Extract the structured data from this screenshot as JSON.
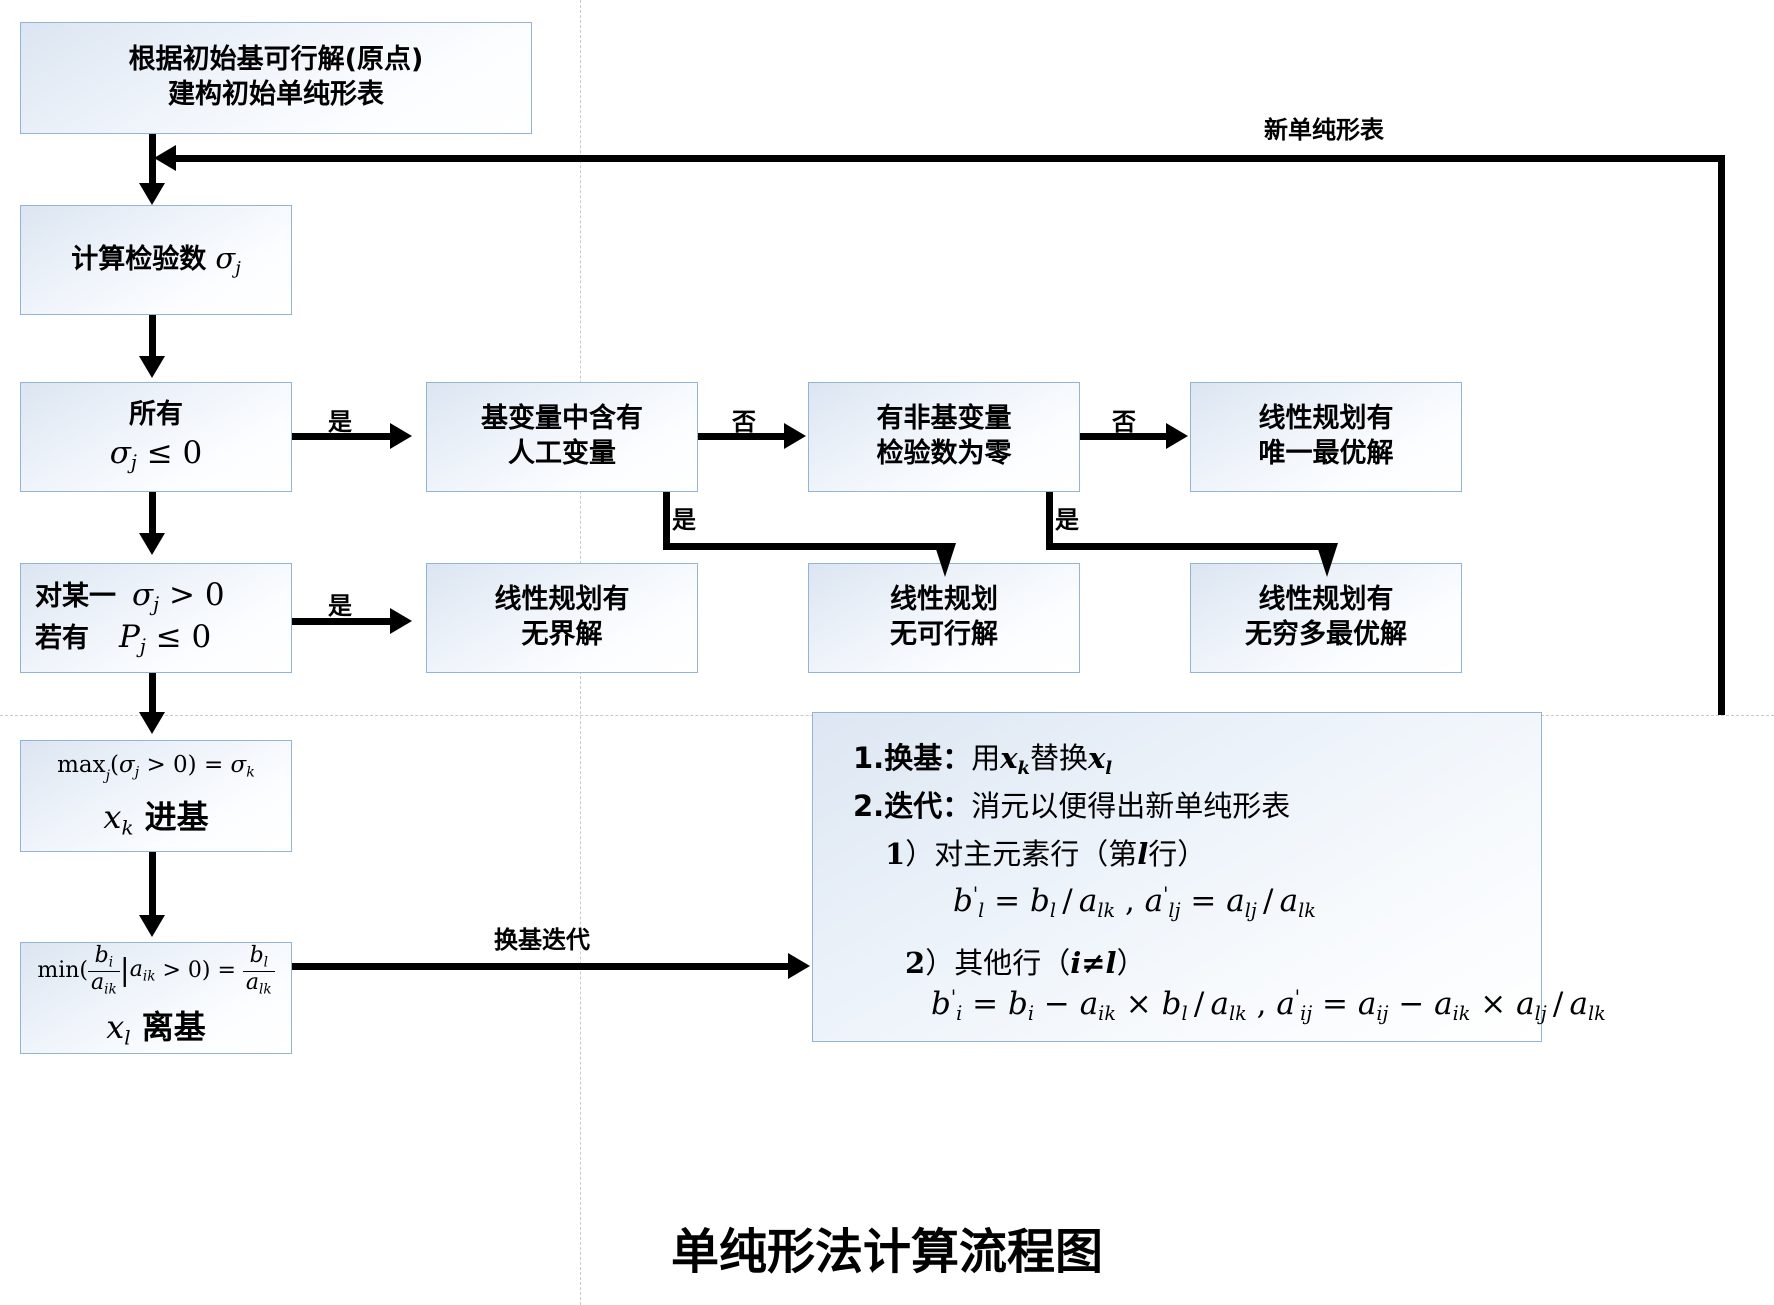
{
  "title": "单纯形法计算流程图",
  "nodes": {
    "start": {
      "line1": "根据初始基可行解(原点)",
      "line2": "建构初始单纯形表"
    },
    "sigma": {
      "line1": "计算检验数",
      "sym": "σ",
      "symsub": "j"
    },
    "all_sigma": {
      "line1": "所有",
      "expr": "σ_j ≤ 0"
    },
    "artificial": {
      "line1": "基变量中含有",
      "line2": "人工变量"
    },
    "nonbasic": {
      "line1": "有非基变量",
      "line2": "检验数为零"
    },
    "unique": {
      "line1": "线性规划有",
      "line2": "唯一最优解"
    },
    "some_sigma": {
      "line1": "对某一",
      "expr1": "σ_j > 0",
      "line2": "若有",
      "expr2": "P_j ≤ 0"
    },
    "unbounded": {
      "line1": "线性规划有",
      "line2": "无界解"
    },
    "infeasible": {
      "line1": "线性规划",
      "line2": "无可行解"
    },
    "multiple": {
      "line1": "线性规划有",
      "line2": "无穷多最优解"
    },
    "enter": {
      "formula": "max_j(σ_j > 0) = σ_k",
      "line2": "x_k 进基"
    },
    "leave": {
      "formula": "min(b_i/a_ik | a_ik > 0) = b_l/a_lk",
      "line2": "x_l 离基"
    }
  },
  "panel": {
    "item1_label": "1.换基：",
    "item1_text": "用x_k替换x_l",
    "item2_label": "2.迭代：",
    "item2_text": "消元以便得出新单纯形表",
    "sub1": "1）对主元素行（第l行）",
    "sub1_formula": "b'_l = b_l / a_lk , a'_lj = a_lj / a_lk",
    "sub2": "2）其他行（i≠l）",
    "sub2_formula": "b'_i = b_i − a_ik × b_l / a_lk , a'_ij = a_ij − a_ik × a_lj / a_lk"
  },
  "edges": {
    "yes": "是",
    "no": "否",
    "new_tableau": "新单纯形表",
    "pivot_iterate": "换基迭代"
  },
  "colors": {
    "box_border": "#93b3d7",
    "box_fill_top": "#dbe5f1",
    "box_fill_bottom": "#ffffff",
    "connector": "#000000",
    "guide": "#c9c9c9"
  }
}
